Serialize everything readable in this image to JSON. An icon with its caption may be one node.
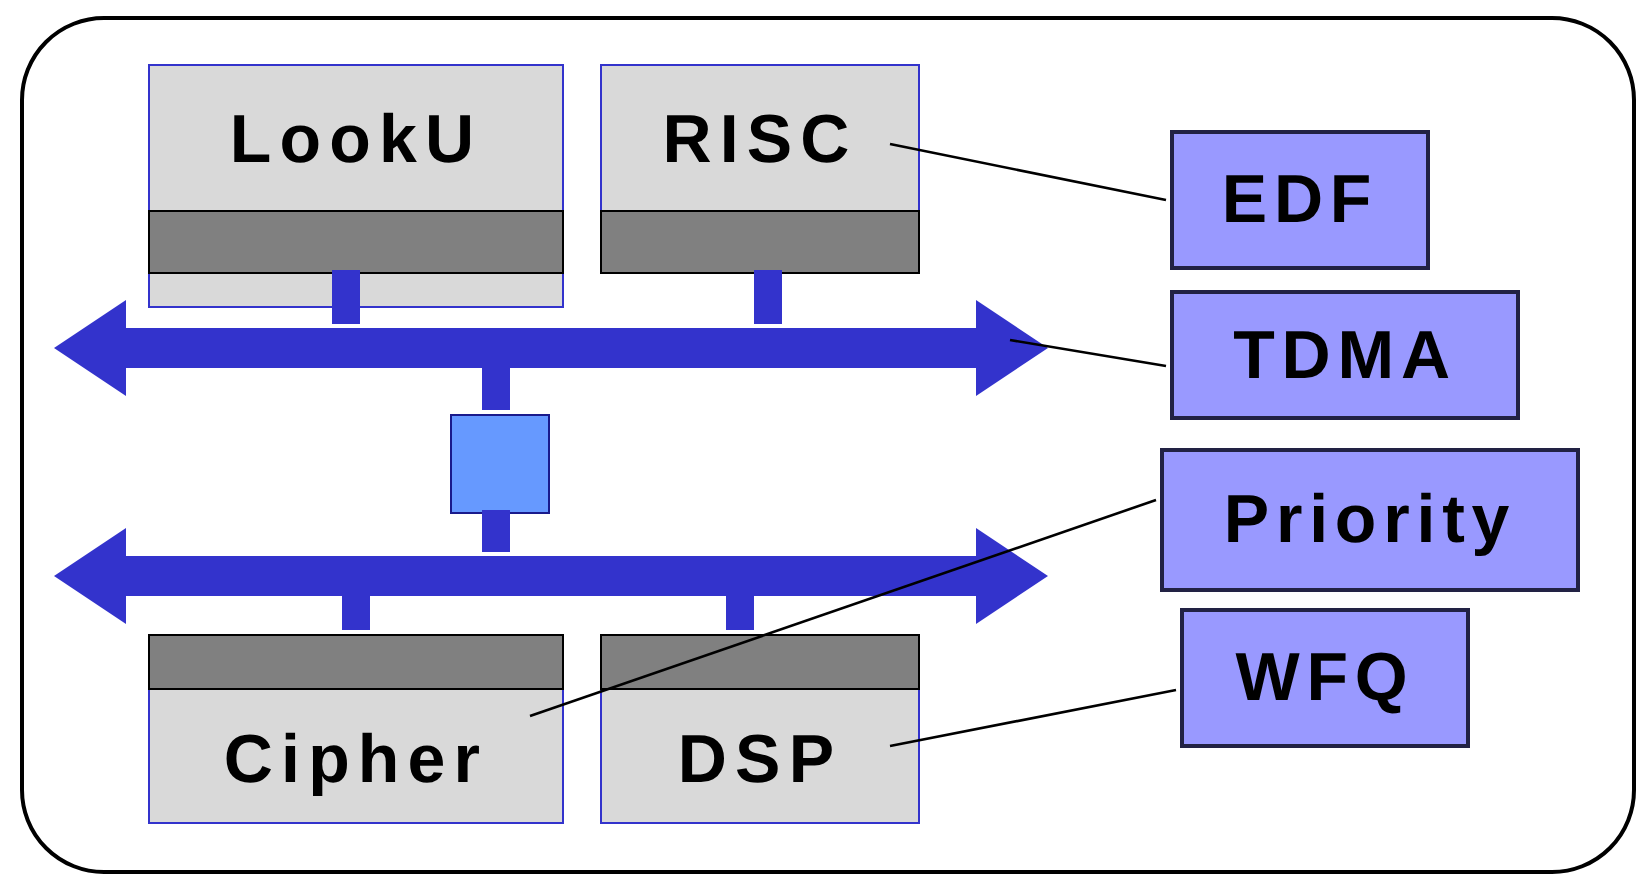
{
  "diagram": {
    "nodes": [
      {
        "text": [],
        "shape": "box"
      },
      {
        "text": [
          "LookU"
        ],
        "in": 0
      },
      {
        "text": [],
        "shape": "bar",
        "in": 1
      },
      {
        "text": [
          "RISC"
        ],
        "in": 0
      },
      {
        "text": [],
        "shape": "bar",
        "in": 3
      },
      {
        "text": [
          "Cipher"
        ],
        "in": 0
      },
      {
        "text": [],
        "shape": "bar",
        "in": 5
      },
      {
        "text": [
          "DSP"
        ],
        "in": 0
      },
      {
        "text": [],
        "shape": "bar",
        "in": 7
      },
      {
        "text": [],
        "shape": "arrow",
        "in": 0
      },
      {
        "text": [],
        "shape": "arrow",
        "in": 0
      },
      {
        "text": [],
        "shape": "box",
        "in": 0
      },
      {
        "text": [
          "EDF"
        ],
        "in": 0
      },
      {
        "text": [
          "TDMA"
        ],
        "in": 0
      },
      {
        "text": [
          "Priority"
        ],
        "in": 0
      },
      {
        "text": [
          "WFQ"
        ],
        "in": 0
      }
    ],
    "edges": [
      {
        "from": 2,
        "to": 9,
        "arrow": "none"
      },
      {
        "from": 4,
        "to": 9,
        "arrow": "none"
      },
      {
        "from": 9,
        "to": 11,
        "arrow": "none"
      },
      {
        "from": 11,
        "to": 10,
        "arrow": "none"
      },
      {
        "from": 10,
        "to": 6,
        "arrow": "none"
      },
      {
        "from": 10,
        "to": 8,
        "arrow": "none"
      },
      {
        "from": 12,
        "to": 3,
        "arrow": "none",
        "color": "#000000"
      },
      {
        "from": 13,
        "to": 9,
        "arrow": "none",
        "color": "#000000"
      },
      {
        "from": 14,
        "to": 5,
        "arrow": "none",
        "color": "#000000"
      },
      {
        "from": 15,
        "to": 7,
        "arrow": "none",
        "color": "#000000"
      }
    ]
  }
}
